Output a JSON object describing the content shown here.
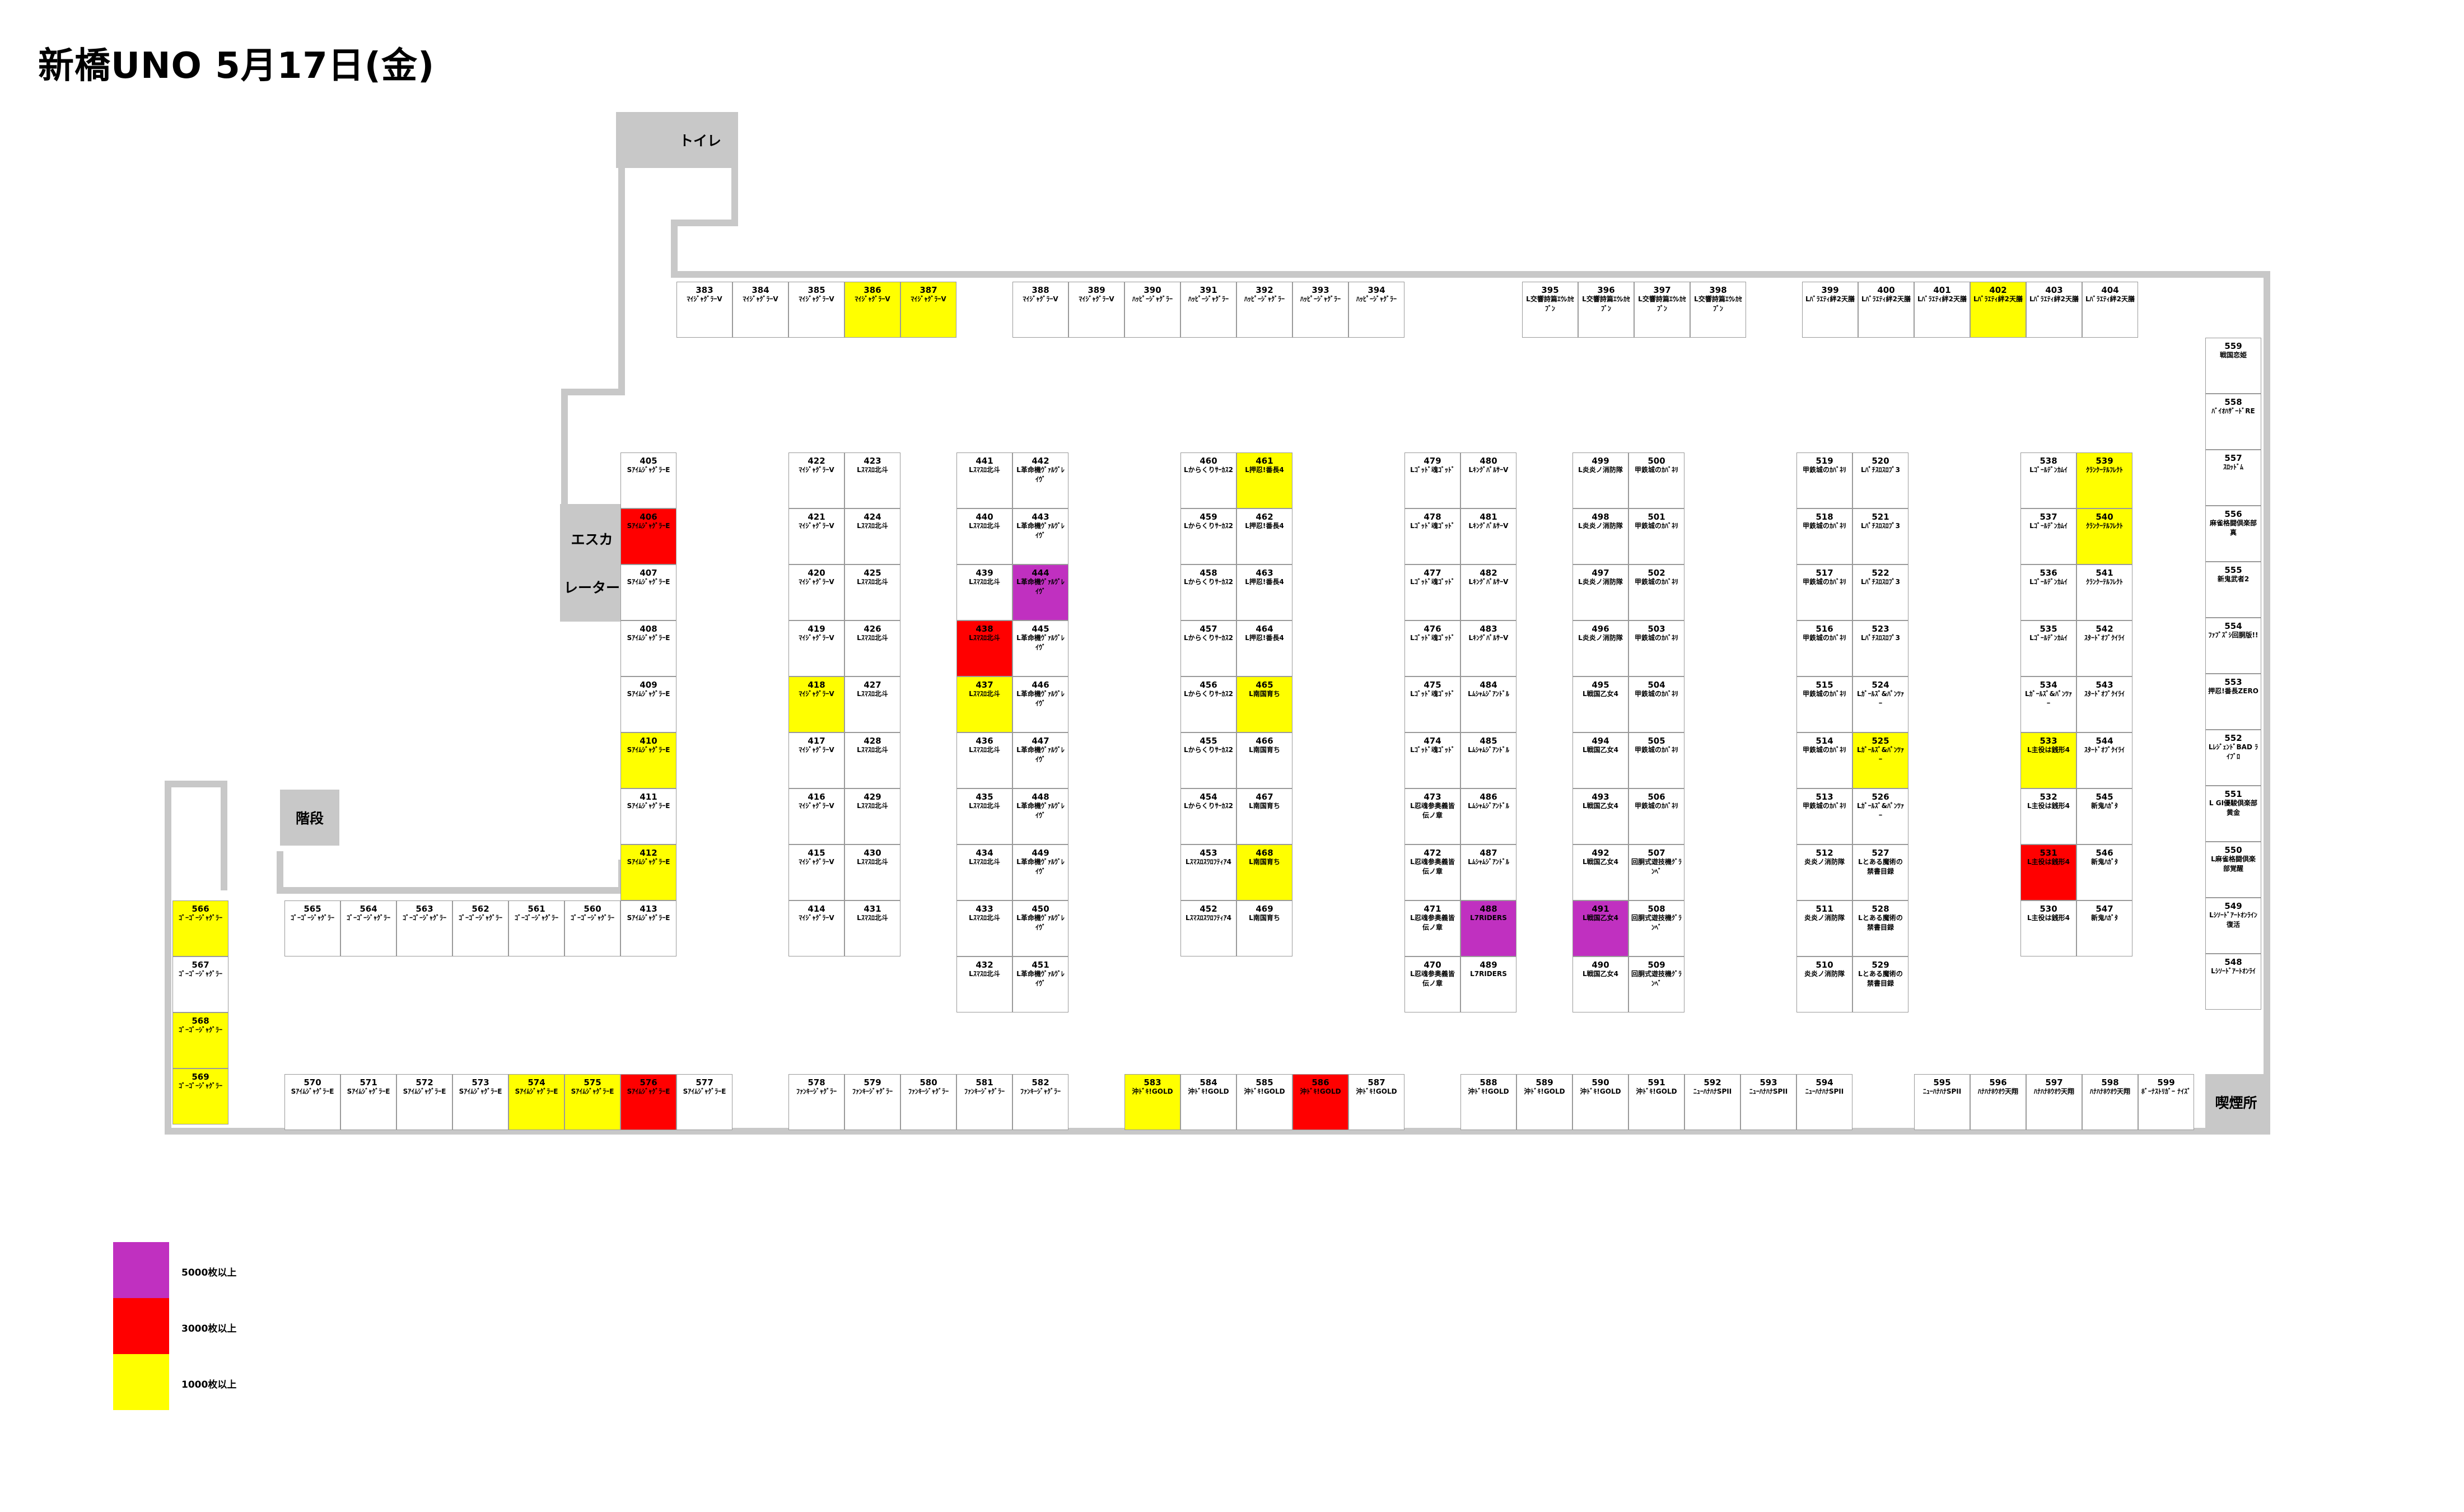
{
  "title": "新橋UNO 5月17日(金)",
  "colors": {
    "c1000": "#ffff00",
    "c3000": "#ff0000",
    "c5000": "#c030c0",
    "wall": "#c8c8c8"
  },
  "zones": [
    {
      "id": "toilet",
      "label": "トイレ"
    },
    {
      "id": "escalator1",
      "label": "エスカ"
    },
    {
      "id": "escalator2",
      "label": "レーター"
    },
    {
      "id": "stairs",
      "label": "階段"
    },
    {
      "id": "smoking",
      "label": "喫煙所"
    }
  ],
  "legend": [
    {
      "label": "5000枚以上",
      "color": "#c030c0"
    },
    {
      "label": "3000枚以上",
      "color": "#ff0000"
    },
    {
      "label": "1000枚以上",
      "color": "#ffff00"
    }
  ],
  "machines": {
    "383": "ﾏｲｼﾞｬｸﾞﾗｰV",
    "384": "ﾏｲｼﾞｬｸﾞﾗｰV",
    "385": "ﾏｲｼﾞｬｸﾞﾗｰV",
    "386": "ﾏｲｼﾞｬｸﾞﾗｰV",
    "387": "ﾏｲｼﾞｬｸﾞﾗｰV",
    "388": "ﾏｲｼﾞｬｸﾞﾗｰV",
    "389": "ﾏｲｼﾞｬｸﾞﾗｰV",
    "390": "ﾊｯﾋﾟｰｼﾞｬｸﾞﾗｰ",
    "391": "ﾊｯﾋﾟｰｼﾞｬｸﾞﾗｰ",
    "392": "ﾊｯﾋﾟｰｼﾞｬｸﾞﾗｰ",
    "393": "ﾊｯﾋﾟｰｼﾞｬｸﾞﾗｰ",
    "394": "ﾊｯﾋﾟｰｼﾞｬｸﾞﾗｰ",
    "395": "L交響詩篇ｴｳﾚｶｾﾌﾞﾝ",
    "396": "L交響詩篇ｴｳﾚｶｾﾌﾞﾝ",
    "397": "L交響詩篇ｴｳﾚｶｾﾌﾞﾝ",
    "398": "L交響詩篇ｴｳﾚｶｾﾌﾞﾝ",
    "399": "Lﾊﾞﾗｴﾃｨ絆2天膳",
    "400": "Lﾊﾞﾗｴﾃｨ絆2天膳",
    "401": "Lﾊﾞﾗｴﾃｨ絆2天膳",
    "402": "Lﾊﾞﾗｴﾃｨ絆2天膳",
    "403": "Lﾊﾞﾗｴﾃｨ絆2天膳",
    "404": "Lﾊﾞﾗｴﾃｨ絆2天膳",
    "405": "SｱｲﾑｼﾞｬｸﾞﾗｰE",
    "406": "SｱｲﾑｼﾞｬｸﾞﾗｰE",
    "407": "SｱｲﾑｼﾞｬｸﾞﾗｰE",
    "408": "SｱｲﾑｼﾞｬｸﾞﾗｰE",
    "409": "SｱｲﾑｼﾞｬｸﾞﾗｰE",
    "410": "SｱｲﾑｼﾞｬｸﾞﾗｰE",
    "411": "SｱｲﾑｼﾞｬｸﾞﾗｰE",
    "412": "SｱｲﾑｼﾞｬｸﾞﾗｰE",
    "413": "SｱｲﾑｼﾞｬｸﾞﾗｰE",
    "414": "ﾏｲｼﾞｬｸﾞﾗｰV",
    "415": "ﾏｲｼﾞｬｸﾞﾗｰV",
    "416": "ﾏｲｼﾞｬｸﾞﾗｰV",
    "417": "ﾏｲｼﾞｬｸﾞﾗｰV",
    "418": "ﾏｲｼﾞｬｸﾞﾗｰV",
    "419": "ﾏｲｼﾞｬｸﾞﾗｰV",
    "420": "ﾏｲｼﾞｬｸﾞﾗｰV",
    "421": "ﾏｲｼﾞｬｸﾞﾗｰV",
    "422": "ﾏｲｼﾞｬｸﾞﾗｰV",
    "423": "Lｽﾏｽﾛ北斗",
    "424": "Lｽﾏｽﾛ北斗",
    "425": "Lｽﾏｽﾛ北斗",
    "426": "Lｽﾏｽﾛ北斗",
    "427": "Lｽﾏｽﾛ北斗",
    "428": "Lｽﾏｽﾛ北斗",
    "429": "Lｽﾏｽﾛ北斗",
    "430": "Lｽﾏｽﾛ北斗",
    "431": "Lｽﾏｽﾛ北斗",
    "432": "Lｽﾏｽﾛ北斗",
    "433": "Lｽﾏｽﾛ北斗",
    "434": "Lｽﾏｽﾛ北斗",
    "435": "Lｽﾏｽﾛ北斗",
    "436": "Lｽﾏｽﾛ北斗",
    "437": "Lｽﾏｽﾛ北斗",
    "438": "Lｽﾏｽﾛ北斗",
    "439": "Lｽﾏｽﾛ北斗",
    "440": "Lｽﾏｽﾛ北斗",
    "441": "Lｽﾏｽﾛ北斗",
    "442": "L革命機ｳﾞｧﾙｳﾞﾚｲｳﾞ",
    "443": "L革命機ｳﾞｧﾙｳﾞﾚｲｳﾞ",
    "444": "L革命機ｳﾞｧﾙｳﾞﾚｲｳﾞ",
    "445": "L革命機ｳﾞｧﾙｳﾞﾚｲｳﾞ",
    "446": "L革命機ｳﾞｧﾙｳﾞﾚｲｳﾞ",
    "447": "L革命機ｳﾞｧﾙｳﾞﾚｲｳﾞ",
    "448": "L革命機ｳﾞｧﾙｳﾞﾚｲｳﾞ",
    "449": "L革命機ｳﾞｧﾙｳﾞﾚｲｳﾞ",
    "450": "L革命機ｳﾞｧﾙｳﾞﾚｲｳﾞ",
    "451": "L革命機ｳﾞｧﾙｳﾞﾚｲｳﾞ",
    "452": "Lｽﾏｽﾛｽﾜﾛﾌﾃｨｱ4",
    "453": "Lｽﾏｽﾛｽﾜﾛﾌﾃｨｱ4",
    "454": "Lからくりｻｰｶｽ2",
    "455": "Lからくりｻｰｶｽ2",
    "456": "Lからくりｻｰｶｽ2",
    "457": "Lからくりｻｰｶｽ2",
    "458": "Lからくりｻｰｶｽ2",
    "459": "Lからくりｻｰｶｽ2",
    "460": "Lからくりｻｰｶｽ2",
    "461": "L押忍!番長4",
    "462": "L押忍!番長4",
    "463": "L押忍!番長4",
    "464": "L押忍!番長4",
    "465": "L南国育ち",
    "466": "L南国育ち",
    "467": "L南国育ち",
    "468": "L南国育ち",
    "469": "L南国育ち",
    "470": "L忍魂参奥義皆伝ノ章",
    "471": "L忍魂参奥義皆伝ノ章",
    "472": "L忍魂参奥義皆伝ノ章",
    "473": "L忍魂参奥義皆伝ノ章",
    "474": "Lｺﾞｯﾄﾞ魂ｺﾞｯﾄﾞ",
    "475": "Lｺﾞｯﾄﾞ魂ｺﾞｯﾄﾞ",
    "476": "Lｺﾞｯﾄﾞ魂ｺﾞｯﾄﾞ",
    "477": "Lｺﾞｯﾄﾞ魂ｺﾞｯﾄﾞ",
    "478": "Lｺﾞｯﾄﾞ魂ｺﾞｯﾄﾞ",
    "479": "Lｺﾞｯﾄﾞ魂ｺﾞｯﾄﾞ",
    "480": "LｷﾝｸﾞﾊﾟﾙｻｰV",
    "481": "LｷﾝｸﾞﾊﾟﾙｻｰV",
    "482": "LｷﾝｸﾞﾊﾟﾙｻｰV",
    "483": "LｷﾝｸﾞﾊﾟﾙｻｰV",
    "484": "Lﾑｼｬﾑｼﾞｱﾝﾄﾞﾙ",
    "485": "Lﾑｼｬﾑｼﾞｱﾝﾄﾞﾙ",
    "486": "Lﾑｼｬﾑｼﾞｱﾝﾄﾞﾙ",
    "487": "Lﾑｼｬﾑｼﾞｱﾝﾄﾞﾙ",
    "488": "L7RIDERS",
    "489": "L7RIDERS",
    "490": "L戦国乙女4",
    "491": "L戦国乙女4",
    "492": "L戦国乙女4",
    "493": "L戦国乙女4",
    "494": "L戦国乙女4",
    "495": "L戦国乙女4",
    "496": "L炎炎ノ消防隊",
    "497": "L炎炎ノ消防隊",
    "498": "L炎炎ノ消防隊",
    "499": "L炎炎ノ消防隊",
    "500": "甲鉄城のｶﾊﾞﾈﾘ",
    "501": "甲鉄城のｶﾊﾞﾈﾘ",
    "502": "甲鉄城のｶﾊﾞﾈﾘ",
    "503": "甲鉄城のｶﾊﾞﾈﾘ",
    "504": "甲鉄城のｶﾊﾞﾈﾘ",
    "505": "甲鉄城のｶﾊﾞﾈﾘ",
    "506": "甲鉄城のｶﾊﾞﾈﾘ",
    "507": "回胴式遊技機ｸﾞﾗﾝﾍﾞ",
    "508": "回胴式遊技機ｸﾞﾗﾝﾍﾞ",
    "509": "回胴式遊技機ｸﾞﾗﾝﾍﾞ",
    "510": "炎炎ノ消防隊",
    "511": "炎炎ノ消防隊",
    "512": "炎炎ノ消防隊",
    "513": "甲鉄城のｶﾊﾞﾈﾘ",
    "514": "甲鉄城のｶﾊﾞﾈﾘ",
    "515": "甲鉄城のｶﾊﾞﾈﾘ",
    "516": "甲鉄城のｶﾊﾞﾈﾘ",
    "517": "甲鉄城のｶﾊﾞﾈﾘ",
    "518": "甲鉄城のｶﾊﾞﾈﾘ",
    "519": "甲鉄城のｶﾊﾞﾈﾘ",
    "520": "Lﾊﾟﾁｽﾛｽﾛﾌﾟ3",
    "521": "Lﾊﾟﾁｽﾛｽﾛﾌﾟ3",
    "522": "Lﾊﾟﾁｽﾛｽﾛﾌﾟ3",
    "523": "Lﾊﾟﾁｽﾛｽﾛﾌﾟ3",
    "524": "Lｶﾞｰﾙｽﾞ&ﾊﾟﾝﾂｧｰ",
    "525": "Lｶﾞｰﾙｽﾞ&ﾊﾟﾝﾂｧｰ",
    "526": "Lｶﾞｰﾙｽﾞ&ﾊﾟﾝﾂｧｰ",
    "527": "Lとある魔術の禁書目録",
    "528": "Lとある魔術の禁書目録",
    "529": "Lとある魔術の禁書目録",
    "530": "L主役は銭形4",
    "531": "L主役は銭形4",
    "532": "L主役は銭形4",
    "533": "L主役は銭形4",
    "534": "Lｶﾞｰﾙｽﾞ&ﾊﾟﾝﾂｧｰ",
    "535": "Lｺﾞｰﾙﾃﾞﾝｶﾑｲ",
    "536": "Lｺﾞｰﾙﾃﾞﾝｶﾑｲ",
    "537": "Lｺﾞｰﾙﾃﾞﾝｶﾑｲ",
    "538": "Lｺﾞｰﾙﾃﾞﾝｶﾑｲ",
    "539": "ｸﾗﾝｸｰﾃﾙﾌﾚｸﾄ",
    "540": "ｸﾗﾝｸｰﾃﾙﾌﾚｸﾄ",
    "541": "ｸﾗﾝｸｰﾃﾙﾌﾚｸﾄ",
    "542": "ｽﾀｰﾄﾞｵﾌﾞｸｲﾗｲ",
    "543": "ｽﾀｰﾄﾞｵﾌﾞｸｲﾗｲ",
    "544": "ｽﾀｰﾄﾞｵﾌﾞｸｲﾗｲ",
    "545": "新鬼ﾊｶﾞﾀ",
    "546": "新鬼ﾊｶﾞﾀ",
    "547": "新鬼ﾊｶﾞﾀ",
    "548": "Lｼｿｰﾄﾞｱｰﾄｵﾝﾗｲ",
    "549": "Lｼｿｰﾄﾞｱｰﾄｵﾝﾗｲﾝ復活",
    "550": "L麻雀格闘倶楽部覚醒",
    "551": "L GI優駿倶楽部黄金",
    "552": "LﾚｼﾞｪﾝﾄﾞBAD ﾗｲﾌﾞﾛ",
    "553": "押忍!番長ZERO",
    "554": "ﾌｧﾌﾞｽﾞｼ回胴版!!",
    "555": "新鬼武者2",
    "556": "麻雀格闘倶楽部真",
    "557": "ｽﾛｯﾄﾞﾑ",
    "558": "ﾊﾞｲｵﾊｻﾞｰﾄﾞRE",
    "559": "戦国恋姫",
    "560": "ｺﾞｰｺﾞｰｼﾞｬｸﾞﾗｰ",
    "561": "ｺﾞｰｺﾞｰｼﾞｬｸﾞﾗｰ",
    "562": "ｺﾞｰｺﾞｰｼﾞｬｸﾞﾗｰ",
    "563": "ｺﾞｰｺﾞｰｼﾞｬｸﾞﾗｰ",
    "564": "ｺﾞｰｺﾞｰｼﾞｬｸﾞﾗｰ",
    "565": "ｺﾞｰｺﾞｰｼﾞｬｸﾞﾗｰ",
    "566": "ｺﾞｰｺﾞｰｼﾞｬｸﾞﾗｰ",
    "567": "ｺﾞｰｺﾞｰｼﾞｬｸﾞﾗｰ",
    "568": "ｺﾞｰｺﾞｰｼﾞｬｸﾞﾗｰ",
    "569": "ｺﾞｰｺﾞｰｼﾞｬｸﾞﾗｰ",
    "570": "SｱｲﾑｼﾞｬｸﾞﾗｰE",
    "571": "SｱｲﾑｼﾞｬｸﾞﾗｰE",
    "572": "SｱｲﾑｼﾞｬｸﾞﾗｰE",
    "573": "SｱｲﾑｼﾞｬｸﾞﾗｰE",
    "574": "SｱｲﾑｼﾞｬｸﾞﾗｰE",
    "575": "SｱｲﾑｼﾞｬｸﾞﾗｰE",
    "576": "SｱｲﾑｼﾞｬｸﾞﾗｰE",
    "577": "SｱｲﾑｼﾞｬｸﾞﾗｰE",
    "578": "ﾌｧﾝｷｰｼﾞｬｸﾞﾗｰ",
    "579": "ﾌｧﾝｷｰｼﾞｬｸﾞﾗｰ",
    "580": "ﾌｧﾝｷｰｼﾞｬｸﾞﾗｰ",
    "581": "ﾌｧﾝｷｰｼﾞｬｸﾞﾗｰ",
    "582": "ﾌｧﾝｷｰｼﾞｬｸﾞﾗｰ",
    "583": "沖ﾄﾞｷ!GOLD",
    "584": "沖ﾄﾞｷ!GOLD",
    "585": "沖ﾄﾞｷ!GOLD",
    "586": "沖ﾄﾞｷ!GOLD",
    "587": "沖ﾄﾞｷ!GOLD",
    "588": "沖ﾄﾞｷ!GOLD",
    "589": "沖ﾄﾞｷ!GOLD",
    "590": "沖ﾄﾞｷ!GOLD",
    "591": "沖ﾄﾞｷ!GOLD",
    "592": "ﾆｭｰﾊﾅﾊﾅSPII",
    "593": "ﾆｭｰﾊﾅﾊﾅSPII",
    "594": "ﾆｭｰﾊﾅﾊﾅSPII",
    "595": "ﾆｭｰﾊﾅﾊﾅSPII",
    "596": "ﾊﾅﾊﾅﾎｳｵｳ天翔",
    "597": "ﾊﾅﾊﾅﾎｳｵｳ天翔",
    "598": "ﾊﾅﾊﾅﾎｳｵｳ天翔",
    "599": "ﾎﾞｰﾅｽﾄﾘｶﾞｰ ﾅｲｽﾞ"
  },
  "highlights": {
    "386": "c1000",
    "387": "c1000",
    "402": "c1000",
    "406": "c3000",
    "410": "c1000",
    "412": "c1000",
    "418": "c1000",
    "437": "c1000",
    "438": "c3000",
    "444": "c5000",
    "461": "c1000",
    "465": "c1000",
    "468": "c1000",
    "488": "c5000",
    "491": "c5000",
    "525": "c1000",
    "531": "c3000",
    "533": "c1000",
    "539": "c1000",
    "540": "c1000",
    "566": "c1000",
    "568": "c1000",
    "569": "c1000",
    "574": "c1000",
    "575": "c1000",
    "576": "c3000",
    "583": "c1000",
    "586": "c3000"
  }
}
